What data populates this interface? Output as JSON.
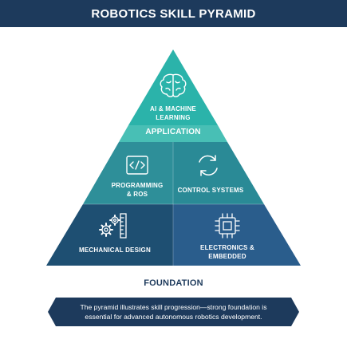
{
  "header": {
    "title": "ROBOTICS SKILL PYRAMID"
  },
  "pyramid": {
    "top": {
      "label_line1": "AI & MACHINE",
      "label_line2": "LEARNING",
      "icon": "brain-icon"
    },
    "band_label": "APPLICATION",
    "middle_left": {
      "label_line1": "PROGRAMMING",
      "label_line2": "& ROS",
      "icon": "code-icon"
    },
    "middle_right": {
      "label": "CONTROL SYSTEMS",
      "icon": "refresh-cycle-icon"
    },
    "bottom_left": {
      "label": "MECHANICAL DESIGN",
      "icon": "gears-ruler-icon"
    },
    "bottom_right": {
      "label_line1": "ELECTRONICS &",
      "label_line2": "EMBEDDED",
      "icon": "chip-icon"
    }
  },
  "foundation_label": "FOUNDATION",
  "banner": {
    "line1": "The pyramid illustrates skill progression—strong foundation is",
    "line2": "essential for advanced autonomous robotics development."
  },
  "colors": {
    "header_bg": "#1d3a5c",
    "top_tier": "#2bb3aa",
    "application_band": "#48bfb5",
    "middle_left": "#2e8f99",
    "middle_right": "#2a8a96",
    "bottom_left": "#1e4f72",
    "bottom_right": "#2a5d8c",
    "banner_bg": "#1d3a5c"
  }
}
